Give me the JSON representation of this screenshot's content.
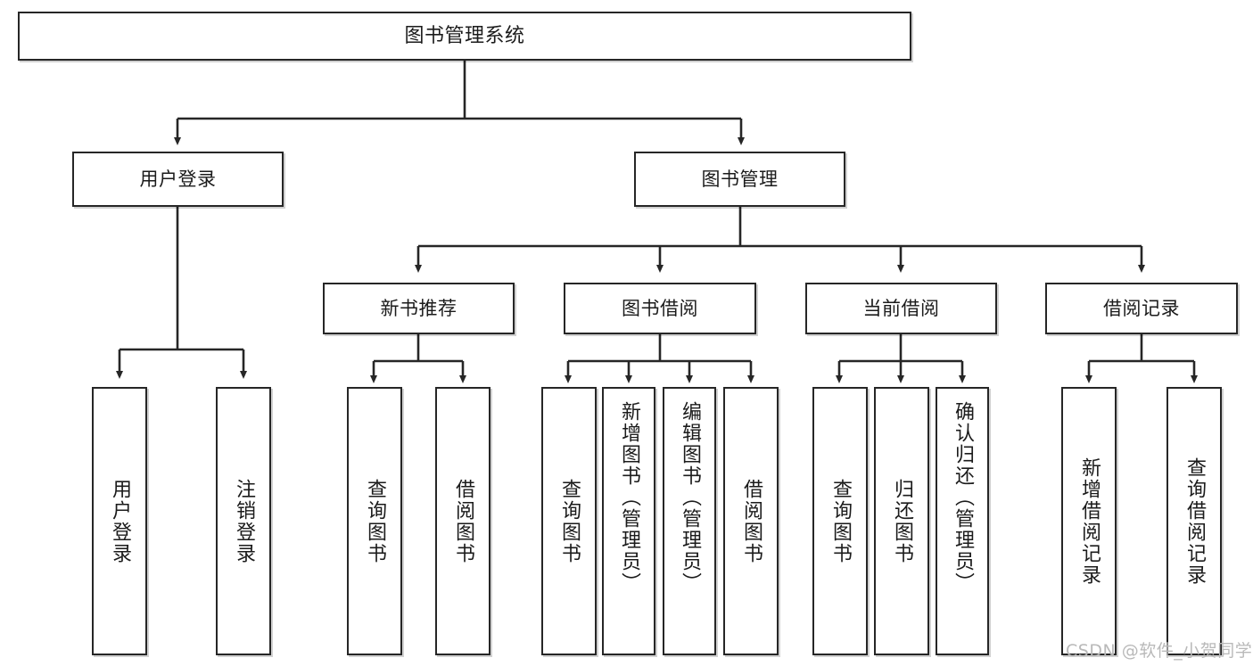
{
  "diagram": {
    "title": "图书管理系统",
    "type": "tree-hierarchy",
    "watermark": "CSDN @软件_小贺同学",
    "colors": {
      "stroke": "#262626",
      "fill": "#ffffff",
      "text": "#1b1b1b",
      "watermark": "#b9b9b9"
    },
    "levels": {
      "root": {
        "label": "图书管理系统"
      },
      "level2": [
        {
          "id": "user-login",
          "label": "用户登录"
        },
        {
          "id": "book-manage",
          "label": "图书管理"
        }
      ],
      "level3": [
        {
          "id": "new-book-rec",
          "label": "新书推荐",
          "parent": "book-manage"
        },
        {
          "id": "book-borrow",
          "label": "图书借阅",
          "parent": "book-manage"
        },
        {
          "id": "current-borrow",
          "label": "当前借阅",
          "parent": "book-manage"
        },
        {
          "id": "borrow-record",
          "label": "借阅记录",
          "parent": "book-manage"
        }
      ],
      "leaves": [
        {
          "id": "leaf-user-login",
          "label": "用户登录",
          "parent": "user-login"
        },
        {
          "id": "leaf-logout",
          "label": "注销登录",
          "parent": "user-login"
        },
        {
          "id": "leaf-query-book-1",
          "label": "查询图书",
          "parent": "new-book-rec"
        },
        {
          "id": "leaf-borrow-book-1",
          "label": "借阅图书",
          "parent": "new-book-rec"
        },
        {
          "id": "leaf-query-book-2",
          "label": "查询图书",
          "parent": "book-borrow"
        },
        {
          "id": "leaf-add-book",
          "label": "新增图书（管理员）",
          "parent": "book-borrow"
        },
        {
          "id": "leaf-edit-book",
          "label": "编辑图书（管理员）",
          "parent": "book-borrow"
        },
        {
          "id": "leaf-borrow-book-2",
          "label": "借阅图书",
          "parent": "book-borrow"
        },
        {
          "id": "leaf-query-book-3",
          "label": "查询图书",
          "parent": "current-borrow"
        },
        {
          "id": "leaf-return-book",
          "label": "归还图书",
          "parent": "current-borrow"
        },
        {
          "id": "leaf-confirm-return",
          "label": "确认归还（管理员）",
          "parent": "current-borrow"
        },
        {
          "id": "leaf-add-record",
          "label": "新增借阅记录",
          "parent": "borrow-record"
        },
        {
          "id": "leaf-query-record",
          "label": "查询借阅记录",
          "parent": "borrow-record"
        }
      ]
    }
  }
}
